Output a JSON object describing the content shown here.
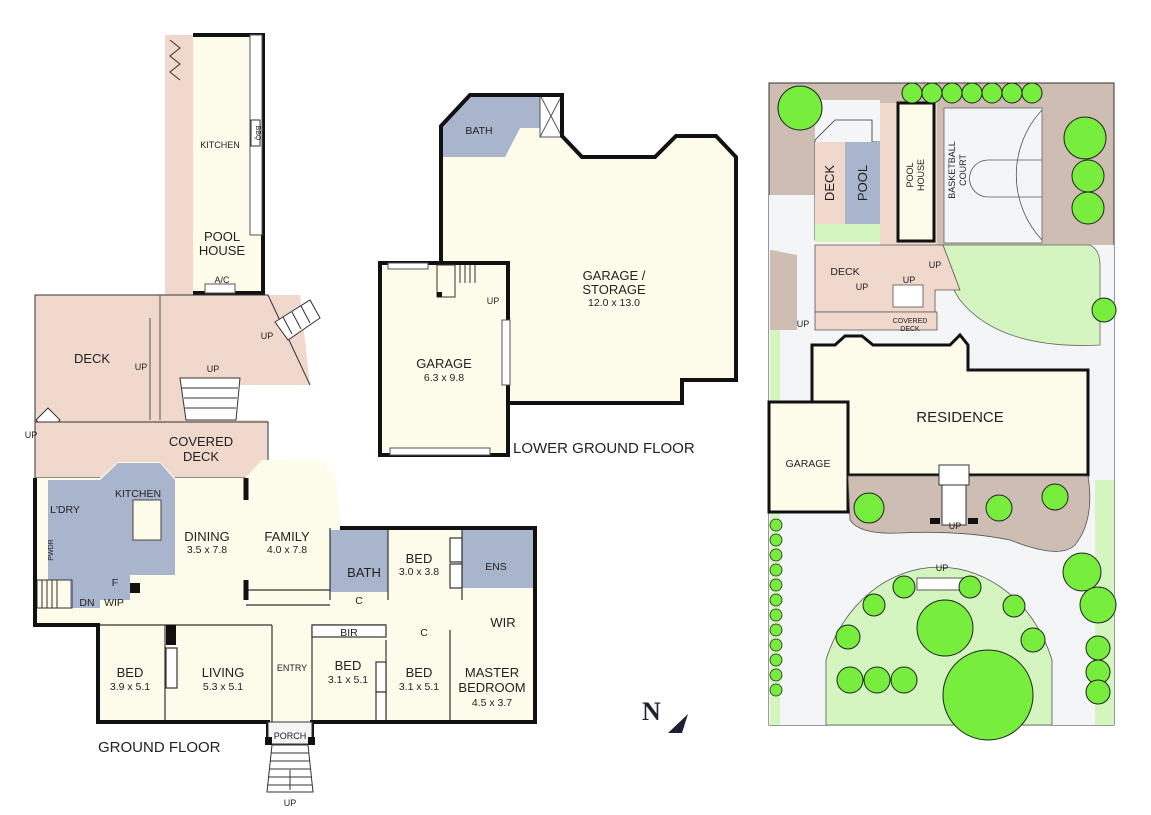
{
  "colors": {
    "interior": "#fdfbe9",
    "deck": "#f0d8cc",
    "wet": "#a9b4cd",
    "grass": "#d4f5c0",
    "tree": "#77ee3d",
    "paving": "#cdbdb3",
    "driveway": "#f4f5f6",
    "wall": "#111111"
  },
  "ground_floor": {
    "title": "GROUND FLOOR",
    "pool_house": {
      "kitchen": "KITCHEN",
      "bbq": "BBQ",
      "name_line1": "POOL",
      "name_line2": "HOUSE",
      "ac": "A/C"
    },
    "deck": "DECK",
    "covered_deck_line1": "COVERED",
    "covered_deck_line2": "DECK",
    "up": "UP",
    "dn": "DN",
    "rooms": {
      "kitchen": "KITCHEN",
      "laundry": "L'DRY",
      "powder": "PWDR",
      "wip": "WIP",
      "f": "F",
      "dining": "DINING",
      "dining_dim": "3.5 x 7.8",
      "family": "FAMILY",
      "family_dim": "4.0 x 7.8",
      "bath": "BATH",
      "bed2": "BED",
      "bed2_dim": "3.0 x 3.8",
      "ens": "ENS",
      "wir": "WIR",
      "c": "C",
      "bir": "BIR",
      "bed1": "BED",
      "bed1_dim": "3.9 x 5.1",
      "living": "LIVING",
      "living_dim": "5.3 x 5.1",
      "entry": "ENTRY",
      "bed3": "BED",
      "bed3_dim": "3.1 x 5.1",
      "bed4": "BED",
      "bed4_dim": "3.1 x 5.1",
      "master_line1": "MASTER",
      "master_line2": "BEDROOM",
      "master_dim": "4.5 x 3.7",
      "porch": "PORCH"
    }
  },
  "lower_ground_floor": {
    "title": "LOWER GROUND FLOOR",
    "bath": "BATH",
    "garage_storage_line1": "GARAGE /",
    "garage_storage_line2": "STORAGE",
    "garage_storage_dim": "12.0 x 13.0",
    "garage": "GARAGE",
    "garage_dim": "6.3 x 9.8",
    "up": "UP"
  },
  "site_plan": {
    "deck": "DECK",
    "pool": "POOL",
    "pool_house_line1": "POOL",
    "pool_house_line2": "HOUSE",
    "basketball_line1": "BASKETBALL",
    "basketball_line2": "COURT",
    "deck2": "DECK",
    "covered_deck_line1": "COVERED",
    "covered_deck_line2": "DECK",
    "residence": "RESIDENCE",
    "garage": "GARAGE",
    "up": "UP"
  },
  "compass": {
    "label": "N"
  }
}
